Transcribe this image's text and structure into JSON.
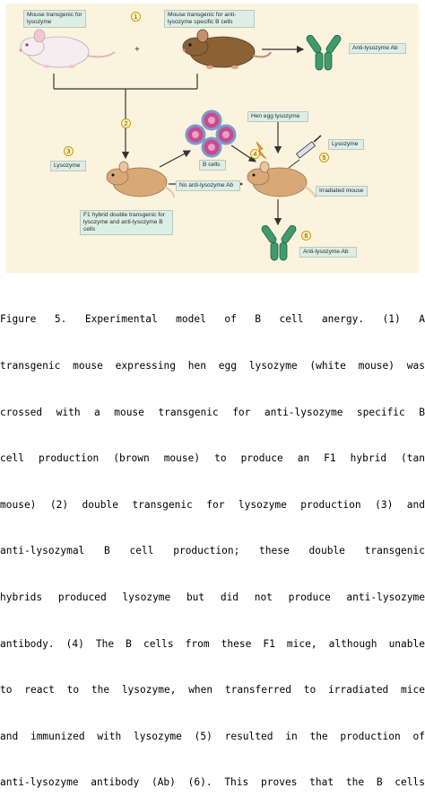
{
  "figure": {
    "labels": {
      "lysozyme_mouse": "Mouse transgenic for lysozyme",
      "anti_lysozyme_mouse": "Mouse transgenic for anti-lysozyme specific B cells",
      "anti_lysozyme_ab_top": "Anti-lysozyme Ab",
      "hen_egg_lysozyme": "Hen egg lysozyme",
      "lysozyme_left": "Lysozyme",
      "lysozyme_right": "Lysozyme",
      "b_cells": "B cells",
      "no_anti_lysozyme_ab": "No anti-lysozyme Ab",
      "irradiated_mouse": "Irradiated mouse",
      "f1_hybrid": "F1 hybrid double transgenic for lysozyme and anti-lysozyme B cells",
      "anti_lysozyme_ab_bottom": "Anti-lysozyme Ab",
      "plus": "+"
    },
    "steps": [
      "1",
      "2",
      "3",
      "4",
      "5",
      "6"
    ],
    "colors": {
      "background": "#fbf3dd",
      "label_fill": "#ddeee6",
      "white_mouse": "#f4eef0",
      "brown_mouse": "#8a6236",
      "tan_mouse": "#d9a877",
      "antibody": "#3f9a6e",
      "b_cell": "#c94a8e"
    }
  },
  "caption": {
    "lines": [
      "Figure 5. Experimental model of B cell anergy. (1) A",
      "transgenic mouse expressing hen egg lysozyme (white mouse) was",
      "crossed with a mouse transgenic for anti-lysozyme specific B",
      "cell production (brown mouse) to produce an F1 hybrid (tan",
      "mouse) (2) double transgenic for lysozyme production (3) and",
      "anti-lysozymal B cell production; these double transgenic",
      "hybrids produced lysozyme but did not produce anti-lysozyme",
      "antibody. (4) The B cells from these F1 mice, although unable",
      "to react to the lysozyme, when transferred to irradiated mice",
      "and immunized with lysozyme (5) resulted in the production of",
      "anti-lysozyme antibody (Ab) (6). This proves that the B cells"
    ]
  }
}
